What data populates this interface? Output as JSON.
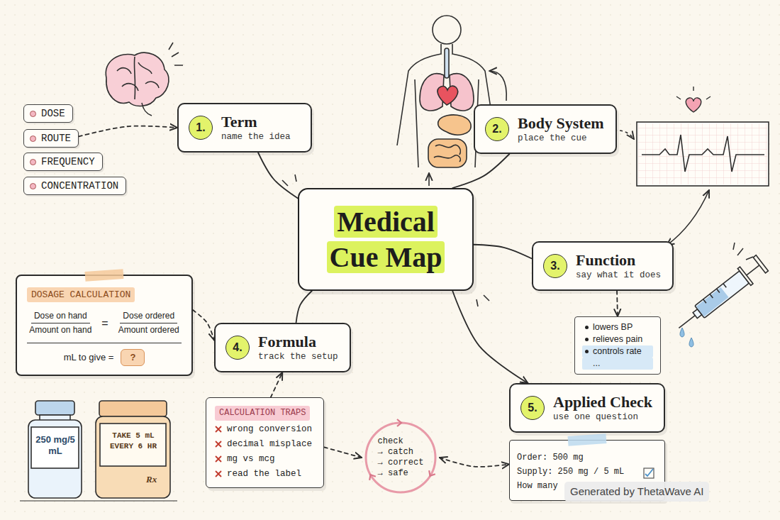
{
  "diagram": {
    "nodes": [
      {
        "text": [
          "Medical Cue Map"
        ]
      },
      {
        "text": [
          "1.",
          "Term",
          "name the idea"
        ]
      },
      {
        "text": [
          "2.",
          "Body System",
          "place the cue"
        ]
      },
      {
        "text": [
          "3.",
          "Function",
          "say what it does"
        ]
      },
      {
        "text": [
          "4.",
          "Formula",
          "track the setup"
        ]
      },
      {
        "text": [
          "5.",
          "Applied Check",
          "use one question"
        ]
      },
      {
        "text": [
          "DOSE"
        ]
      },
      {
        "text": [
          "ROUTE"
        ]
      },
      {
        "text": [
          "FREQUENCY"
        ]
      },
      {
        "text": [
          "CONCENTRATION"
        ]
      },
      {
        "text": [
          "DOSAGE CALCULATION",
          "Dose on hand",
          "Amount on hand",
          "=",
          "Dose ordered",
          "Amount ordered",
          "mL to give =",
          "?"
        ]
      },
      {
        "text": [
          "lowers BP",
          "relieves pain",
          "controls rate",
          "..."
        ]
      },
      {
        "text": [
          "CALCULATION TRAPS",
          "wrong conversion",
          "decimal misplace",
          "mg vs mcg",
          "read the label"
        ]
      },
      {
        "text": [
          "check",
          "→ catch",
          "→ correct",
          "→ safe"
        ]
      },
      {
        "text": [
          "Order: 500 mg",
          "Supply: 250 mg / 5 mL",
          "How many"
        ]
      }
    ],
    "edges": [
      {
        "from": 0,
        "to": 1,
        "arrow": "none"
      },
      {
        "from": 0,
        "to": 2,
        "arrow": "none"
      },
      {
        "from": 0,
        "to": 3,
        "arrow": "none"
      },
      {
        "from": 0,
        "to": 4,
        "arrow": "none"
      },
      {
        "from": 0,
        "to": 5,
        "arrow": "to"
      },
      {
        "from": 7,
        "to": 1,
        "arrow": "to"
      },
      {
        "from": 10,
        "to": 4,
        "arrow": "to"
      },
      {
        "from": 12,
        "to": 4,
        "arrow": "to"
      },
      {
        "from": 12,
        "to": 13,
        "arrow": "to"
      },
      {
        "from": 13,
        "to": 14,
        "arrow": "both"
      },
      {
        "from": 3,
        "to": 11,
        "arrow": "to"
      }
    ],
    "labels": [
      "250 mg/5 mL",
      "TAKE 5 mL EVERY 6 HR",
      "Rx",
      "Generated by ThetaWave AI"
    ]
  }
}
